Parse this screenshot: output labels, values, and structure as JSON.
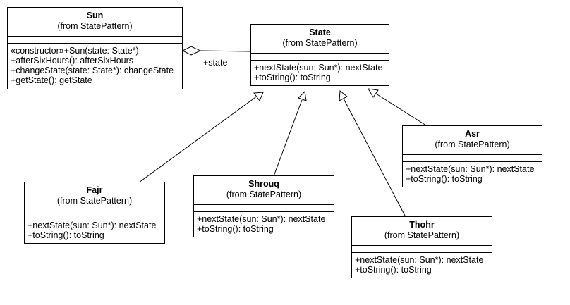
{
  "classes": {
    "sun": {
      "name": "Sun",
      "package": "(from StatePattern)",
      "operations": [
        "«constructor»+Sun(state: State*)",
        "+afterSixHours(): afterSixHours",
        "+changeState(state: State*): changeState",
        "+getState(): getState"
      ]
    },
    "state": {
      "name": "State",
      "package": "(from StatePattern)",
      "operations": [
        "+nextState(sun: Sun*): nextState",
        "+toString(): toString"
      ]
    },
    "fajr": {
      "name": "Fajr",
      "package": "(from StatePattern)",
      "operations": [
        "+nextState(sun: Sun*): nextState",
        "+toString(): toString"
      ]
    },
    "shrouq": {
      "name": "Shrouq",
      "package": "(from StatePattern)",
      "operations": [
        "+nextState(sun: Sun*): nextState",
        "+toString(): toString"
      ]
    },
    "thohr": {
      "name": "Thohr",
      "package": "(from StatePattern)",
      "operations": [
        "+nextState(sun: Sun*): nextState",
        "+toString(): toString"
      ]
    },
    "asr": {
      "name": "Asr",
      "package": "(from StatePattern)",
      "operations": [
        "+nextState(sun: Sun*): nextState",
        "+toString(): toString"
      ]
    }
  },
  "association": {
    "role": "+state"
  }
}
